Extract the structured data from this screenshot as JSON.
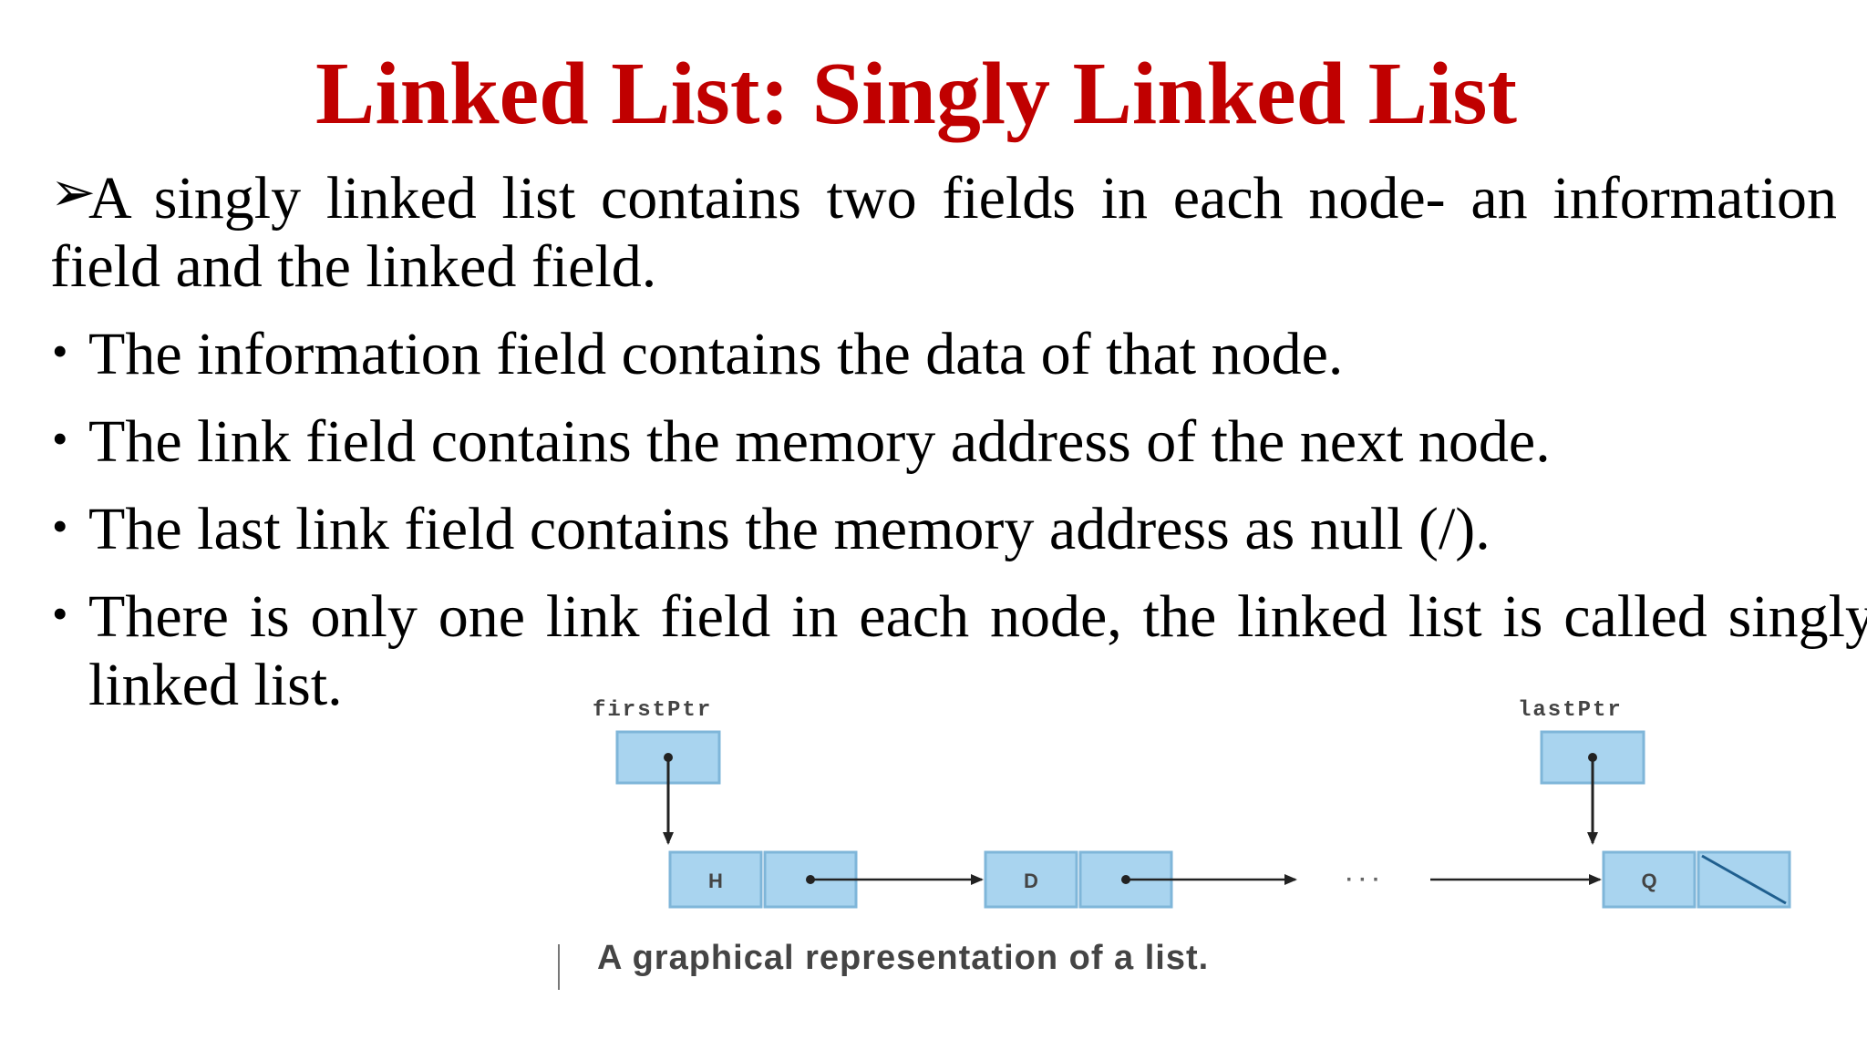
{
  "slide": {
    "title": "Linked List: Singly Linked List",
    "colors": {
      "title": "#c00000",
      "text": "#000000",
      "node_fill": "#a9d4ef",
      "node_stroke": "#7fb6d9"
    },
    "bullets": [
      {
        "marker": "➢",
        "marker_icon": "arrowhead-bullet-icon",
        "text": "A singly linked list contains two fields in each node- an information field and the linked field."
      },
      {
        "marker": "•",
        "marker_icon": "dot-bullet-icon",
        "text": "The information field contains the data of that node."
      },
      {
        "marker": "•",
        "marker_icon": "dot-bullet-icon",
        "text": "The link field contains the memory address of the next node."
      },
      {
        "marker": "•",
        "marker_icon": "dot-bullet-icon",
        "text": "The last link field contains the memory address as null (/)."
      },
      {
        "marker": "•",
        "marker_icon": "dot-bullet-icon",
        "text": "There is only one link field in each node, the linked list is called singly linked list."
      }
    ]
  },
  "diagram": {
    "first_pointer_label": "firstPtr",
    "last_pointer_label": "lastPtr",
    "nodes": [
      {
        "data": "H",
        "link": "pointer"
      },
      {
        "data": "D",
        "link": "pointer"
      },
      {
        "data": "Q",
        "link": "null"
      }
    ],
    "ellipsis": "· · ·",
    "caption": "A graphical representation of a list."
  }
}
